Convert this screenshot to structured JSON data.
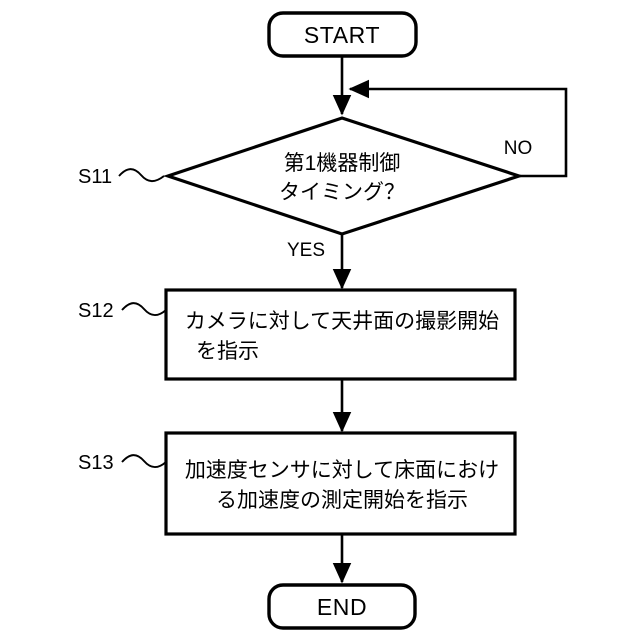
{
  "diagram": {
    "type": "flowchart",
    "title": "",
    "orientation": "top-to-bottom",
    "colors": {
      "stroke": "#000000",
      "fill": "#ffffff",
      "text": "#000000",
      "background": "#ffffff"
    },
    "nodes": {
      "start": {
        "shape": "terminal",
        "label": "START"
      },
      "decision": {
        "shape": "diamond",
        "step": "S11",
        "line1": "第1機器制御",
        "line2": "タイミング？"
      },
      "process1": {
        "shape": "rectangle",
        "step": "S12",
        "line1": "カメラに対して天井面の撮影開始",
        "line2": "を指示"
      },
      "process2": {
        "shape": "rectangle",
        "step": "S13",
        "line1": "加速度センサに対して床面におけ",
        "line2": "る加速度の測定開始を指示"
      },
      "end": {
        "shape": "terminal",
        "label": "END"
      }
    },
    "branches": {
      "yes": "YES",
      "no": "NO"
    }
  }
}
